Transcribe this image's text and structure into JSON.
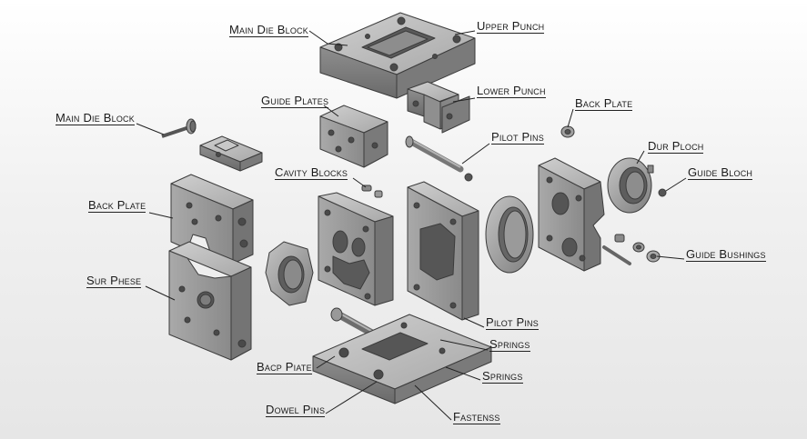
{
  "labels": {
    "main_die_block_top": "Main Die Block",
    "upper_punch": "Upper Punch",
    "lower_punch": "Lower Punch",
    "guide_plates": "Guide Plates",
    "back_plate_right": "Back Plate",
    "main_die_block_left": "Main Die Block",
    "pilot_pins_top": "Pilot Pins",
    "dur_ploch": "Dur Ploch",
    "cavity_blocks": "Cavity Blocks",
    "guide_bloch": "Guide Bloch",
    "back_plate_left": "Back Plate",
    "guide_bushings": "Guide Bushings",
    "sur_phese": "Sur Phese",
    "pilot_pins_bottom": "Pilot Pins",
    "springs_1": "Springs",
    "bacp_piate": "Bacp Piate",
    "springs_2": "Springs",
    "dowel_pins": "Dowel Pins",
    "fastenss": "Fastenss"
  },
  "colors": {
    "metal_light": "#b9b9b9",
    "metal_mid": "#9a9a9a",
    "metal_dark": "#6c6c6c",
    "outline": "#3c3c3c",
    "hole": "#4a4a4a",
    "leader": "#222222"
  }
}
